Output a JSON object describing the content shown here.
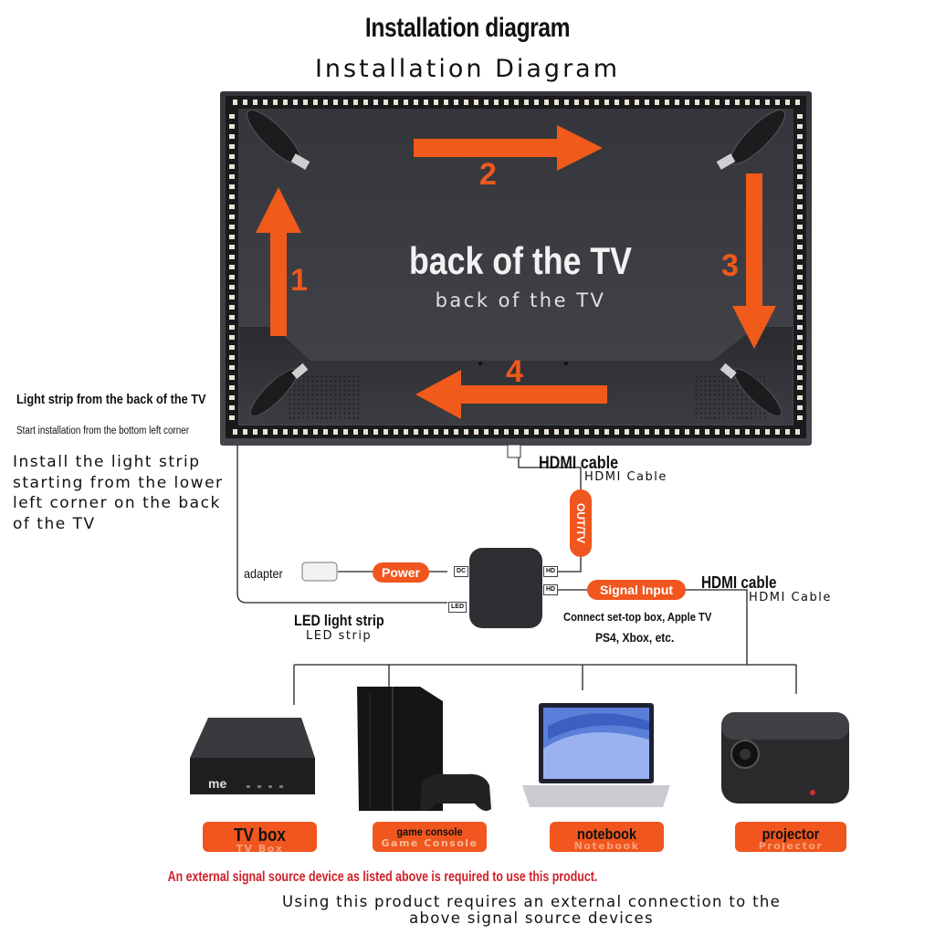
{
  "header": {
    "title": "Installation diagram",
    "subtitle": "Installation Diagram"
  },
  "tv": {
    "label": "back of the TV",
    "label_sub": "back of the TV",
    "steps": [
      "1",
      "2",
      "3",
      "4"
    ]
  },
  "left_notes": {
    "strip_title": "Light strip from the back of the TV",
    "start_note": "Start installation from the bottom left corner",
    "instruction": "Install the light strip starting from the lower left corner on the back of the TV"
  },
  "hdmi_top": {
    "label": "HDMI cable",
    "label_sub": "HDMI Cable",
    "out_pill": "OUT/TV"
  },
  "hub": {
    "power_pill": "Power",
    "adapter": "adapter",
    "port_dc": "DC",
    "port_led": "LED",
    "port_hd_out": "HD",
    "port_hd_in": "HD",
    "signal_pill": "Signal Input",
    "led_strip": "LED light strip",
    "led_strip_sub": "LED strip"
  },
  "hdmi_input": {
    "label": "HDMI cable",
    "label_sub": "HDMI Cable",
    "connect_note_1": "Connect set-top box, Apple TV",
    "connect_note_2": "PS4, Xbox, etc."
  },
  "devices": [
    {
      "label": "TV box",
      "sub": "TV Box",
      "icon": "tv-box-icon",
      "brand": "me"
    },
    {
      "label": "game console",
      "sub": "Game Console",
      "icon": "game-console-icon"
    },
    {
      "label": "notebook",
      "sub": "Notebook",
      "icon": "notebook-icon"
    },
    {
      "label": "projector",
      "sub": "Projector",
      "icon": "projector-icon"
    }
  ],
  "footer": {
    "warning": "An external signal source device as listed above is required to use this product.",
    "note": "Using this product requires an external connection to the above signal source devices"
  },
  "colors": {
    "accent": "#f0561e",
    "arrow": "#f05a1a",
    "tv_panel": "#3a3b40",
    "warning_text": "#d0202a"
  }
}
